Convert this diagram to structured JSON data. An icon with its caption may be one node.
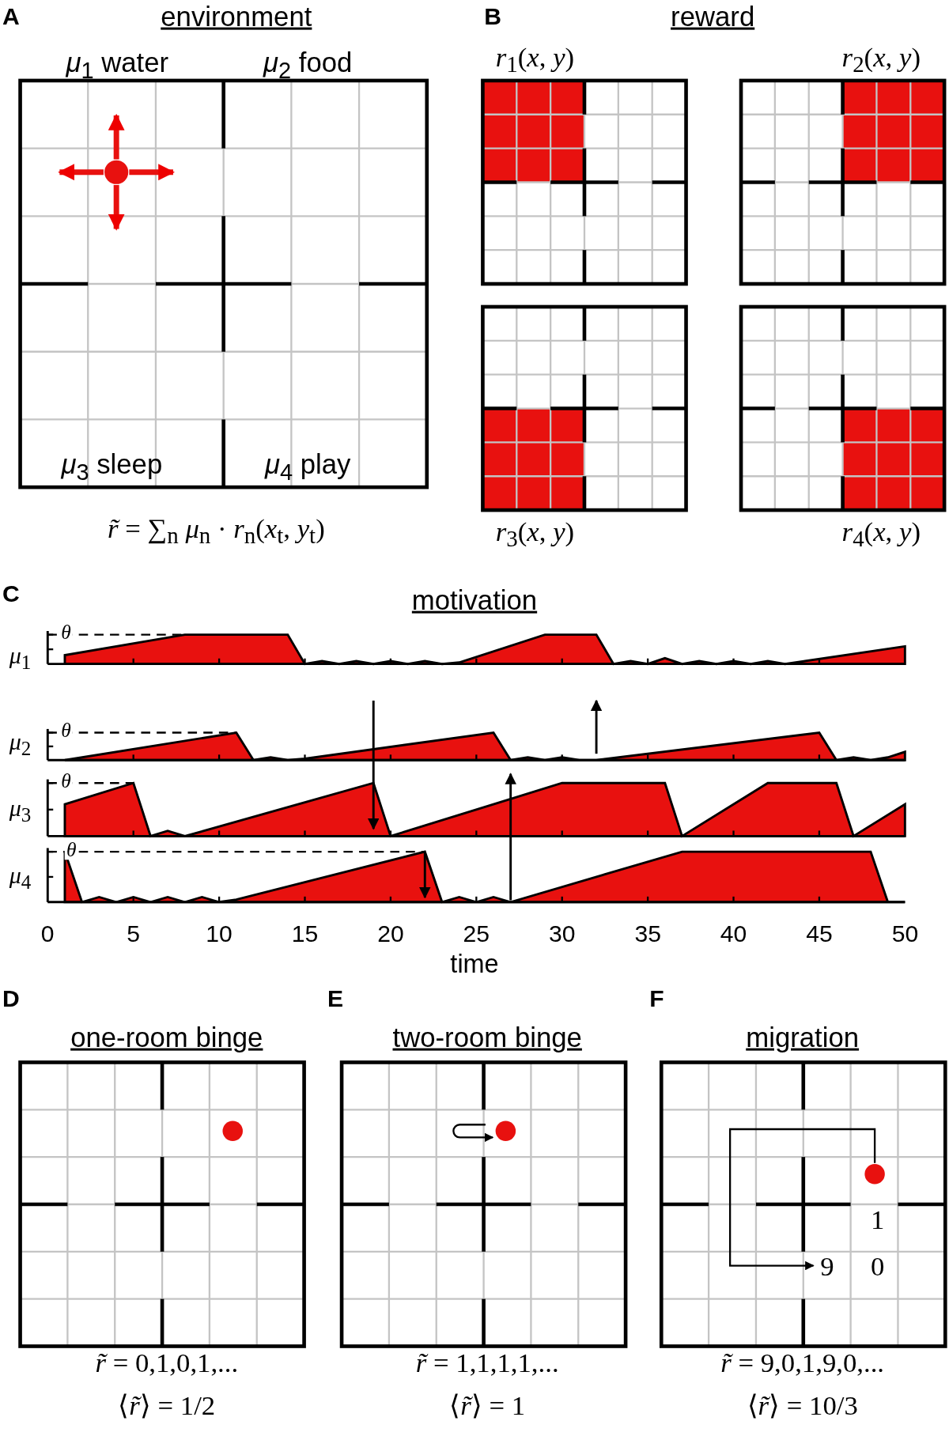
{
  "diagram": {
    "labels": [
      "A",
      "environment",
      "*μ*$_{1}$  water",
      "*μ*$_{2}$  food",
      "*μ*$_{3}$  sleep",
      "*μ*$_{4}$  play",
      "*r̃* = ∑$_{n}$ *μ*$_{n}$ · *r*$_{n}$(*x*$_{t}$, *y*$_{t}$)",
      "B",
      "reward",
      "*r*$_{1}$(*x*, *y*)",
      "*r*$_{2}$(*x*, *y*)",
      "*r*$_{3}$(*x*, *y*)",
      "*r*$_{4}$(*x*, *y*)",
      "C",
      "motivation",
      "*μ*$_{1}$",
      "*θ*",
      "*μ*$_{2}$",
      "*θ*",
      "*μ*$_{3}$",
      "*θ*",
      "*μ*$_{4}$",
      "*θ*",
      "0",
      "5",
      "10",
      "15",
      "20",
      "25",
      "30",
      "35",
      "40",
      "45",
      "50",
      "time",
      "D",
      "one-room binge",
      "E",
      "two-room binge",
      "F",
      "migration",
      "1",
      "9",
      "0",
      "*r̃* = 0,1,0,1,...",
      "⟨*r̃*⟩ = 1/2",
      "*r̃* = 1,1,1,1,...",
      "⟨*r̃*⟩ = 1",
      "*r̃* = 9,0,1,9,0,...",
      "⟨*r̃*⟩ = 10/3"
    ]
  }
}
